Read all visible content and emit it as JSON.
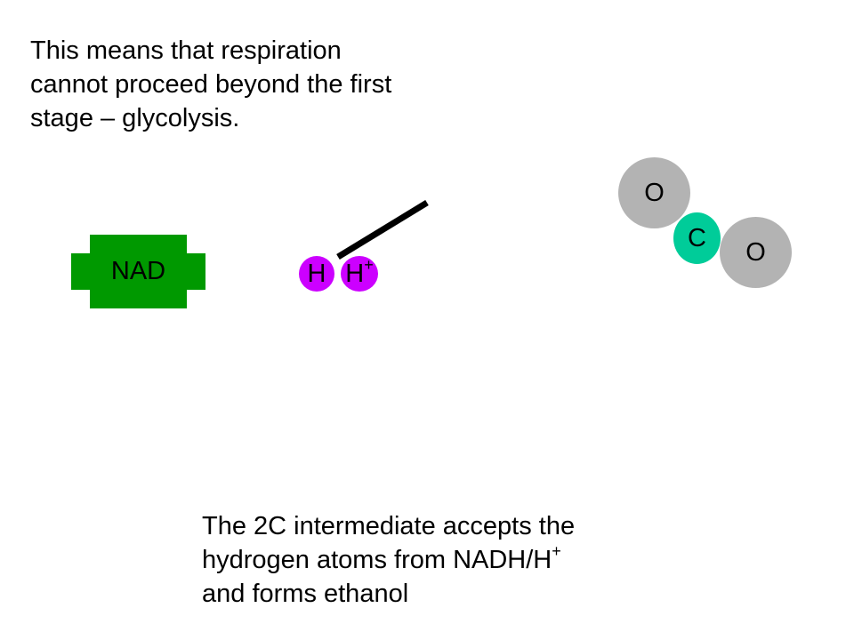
{
  "top_text": {
    "line1": "This means that respiration",
    "line2": "cannot proceed beyond the first",
    "line3": "stage – glycolysis."
  },
  "bottom_text": {
    "line1": "The 2C intermediate accepts the",
    "line2a": "hydrogen atoms from NADH/H",
    "line2_sup": "+",
    "line3": "and forms ethanol"
  },
  "nad": {
    "label": "NAD",
    "color": "#009900"
  },
  "hydrogen": {
    "h_label": "H",
    "h_plus_label": "H",
    "h_plus_sup": "+",
    "color": "#cc00ff"
  },
  "molecule": {
    "o1_label": "O",
    "c_label": "C",
    "o2_label": "O",
    "oxygen_color": "#b3b3b3",
    "carbon_color": "#00cc99"
  }
}
